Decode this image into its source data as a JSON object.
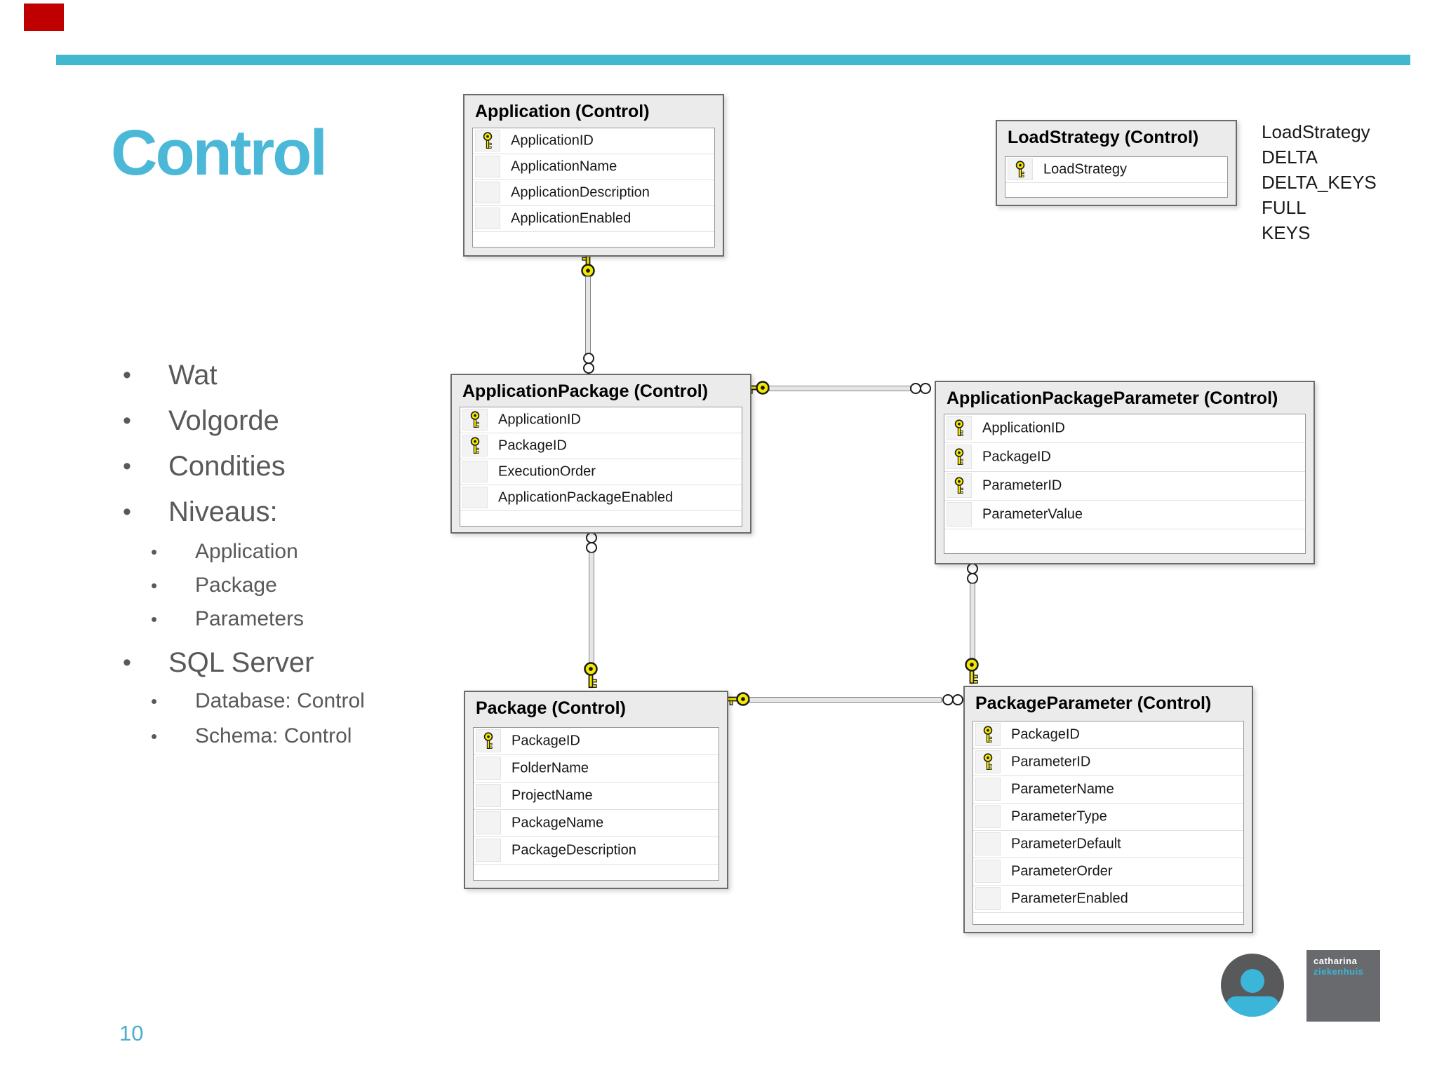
{
  "slide": {
    "title": "Control",
    "page_number": "10",
    "bullets": [
      {
        "level": 1,
        "label": "Wat"
      },
      {
        "level": 1,
        "label": "Volgorde"
      },
      {
        "level": 1,
        "label": "Condities"
      },
      {
        "level": 1,
        "label": "Niveaus:"
      },
      {
        "level": 2,
        "label": "Application"
      },
      {
        "level": 2,
        "label": "Package"
      },
      {
        "level": 2,
        "label": "Parameters"
      },
      {
        "level": 1,
        "label": "SQL Server"
      },
      {
        "level": 2,
        "label": "Database: Control"
      },
      {
        "level": 2,
        "label": "Schema: Control"
      }
    ]
  },
  "diagram": {
    "tables": [
      {
        "title": "Application (Control)",
        "columns": [
          {
            "name": "ApplicationID",
            "key": true
          },
          {
            "name": "ApplicationName",
            "key": false
          },
          {
            "name": "ApplicationDescription",
            "key": false
          },
          {
            "name": "ApplicationEnabled",
            "key": false
          }
        ]
      },
      {
        "title": "LoadStrategy (Control)",
        "columns": [
          {
            "name": "LoadStrategy",
            "key": true
          }
        ]
      },
      {
        "title": "ApplicationPackage (Control)",
        "columns": [
          {
            "name": "ApplicationID",
            "key": true
          },
          {
            "name": "PackageID",
            "key": true
          },
          {
            "name": "ExecutionOrder",
            "key": false
          },
          {
            "name": "ApplicationPackageEnabled",
            "key": false
          }
        ]
      },
      {
        "title": "ApplicationPackageParameter (Control)",
        "columns": [
          {
            "name": "ApplicationID",
            "key": true
          },
          {
            "name": "PackageID",
            "key": true
          },
          {
            "name": "ParameterID",
            "key": true
          },
          {
            "name": "ParameterValue",
            "key": false
          }
        ]
      },
      {
        "title": "Package (Control)",
        "columns": [
          {
            "name": "PackageID",
            "key": true
          },
          {
            "name": "FolderName",
            "key": false
          },
          {
            "name": "ProjectName",
            "key": false
          },
          {
            "name": "PackageName",
            "key": false
          },
          {
            "name": "PackageDescription",
            "key": false
          }
        ]
      },
      {
        "title": "PackageParameter (Control)",
        "columns": [
          {
            "name": "PackageID",
            "key": true
          },
          {
            "name": "ParameterID",
            "key": true
          },
          {
            "name": "ParameterName",
            "key": false
          },
          {
            "name": "ParameterType",
            "key": false
          },
          {
            "name": "ParameterDefault",
            "key": false
          },
          {
            "name": "ParameterOrder",
            "key": false
          },
          {
            "name": "ParameterEnabled",
            "key": false
          }
        ]
      }
    ],
    "loadstrategy_values": [
      "LoadStrategy",
      "DELTA",
      "DELTA_KEYS",
      "FULL",
      "KEYS"
    ],
    "relationships": [
      {
        "one": "Application",
        "many": "ApplicationPackage"
      },
      {
        "one": "Package",
        "many": "ApplicationPackage"
      },
      {
        "one": "ApplicationPackage",
        "many": "ApplicationPackageParameter"
      },
      {
        "one": "PackageParameter",
        "many": "ApplicationPackageParameter"
      },
      {
        "one": "Package",
        "many": "PackageParameter"
      }
    ]
  },
  "logo": {
    "line1": "catharina",
    "line2": "ziekenhuis"
  },
  "colors": {
    "accent_bar": "#42B7CE",
    "title_teal": "#4BB8D8",
    "body_text_gray": "#595959",
    "key_yellow": "#F5E800",
    "marker_red": "#C00000",
    "logo_gray": "#696A6D",
    "logo_teal": "#3BB5D8",
    "page_number_teal": "#4FAECB"
  }
}
